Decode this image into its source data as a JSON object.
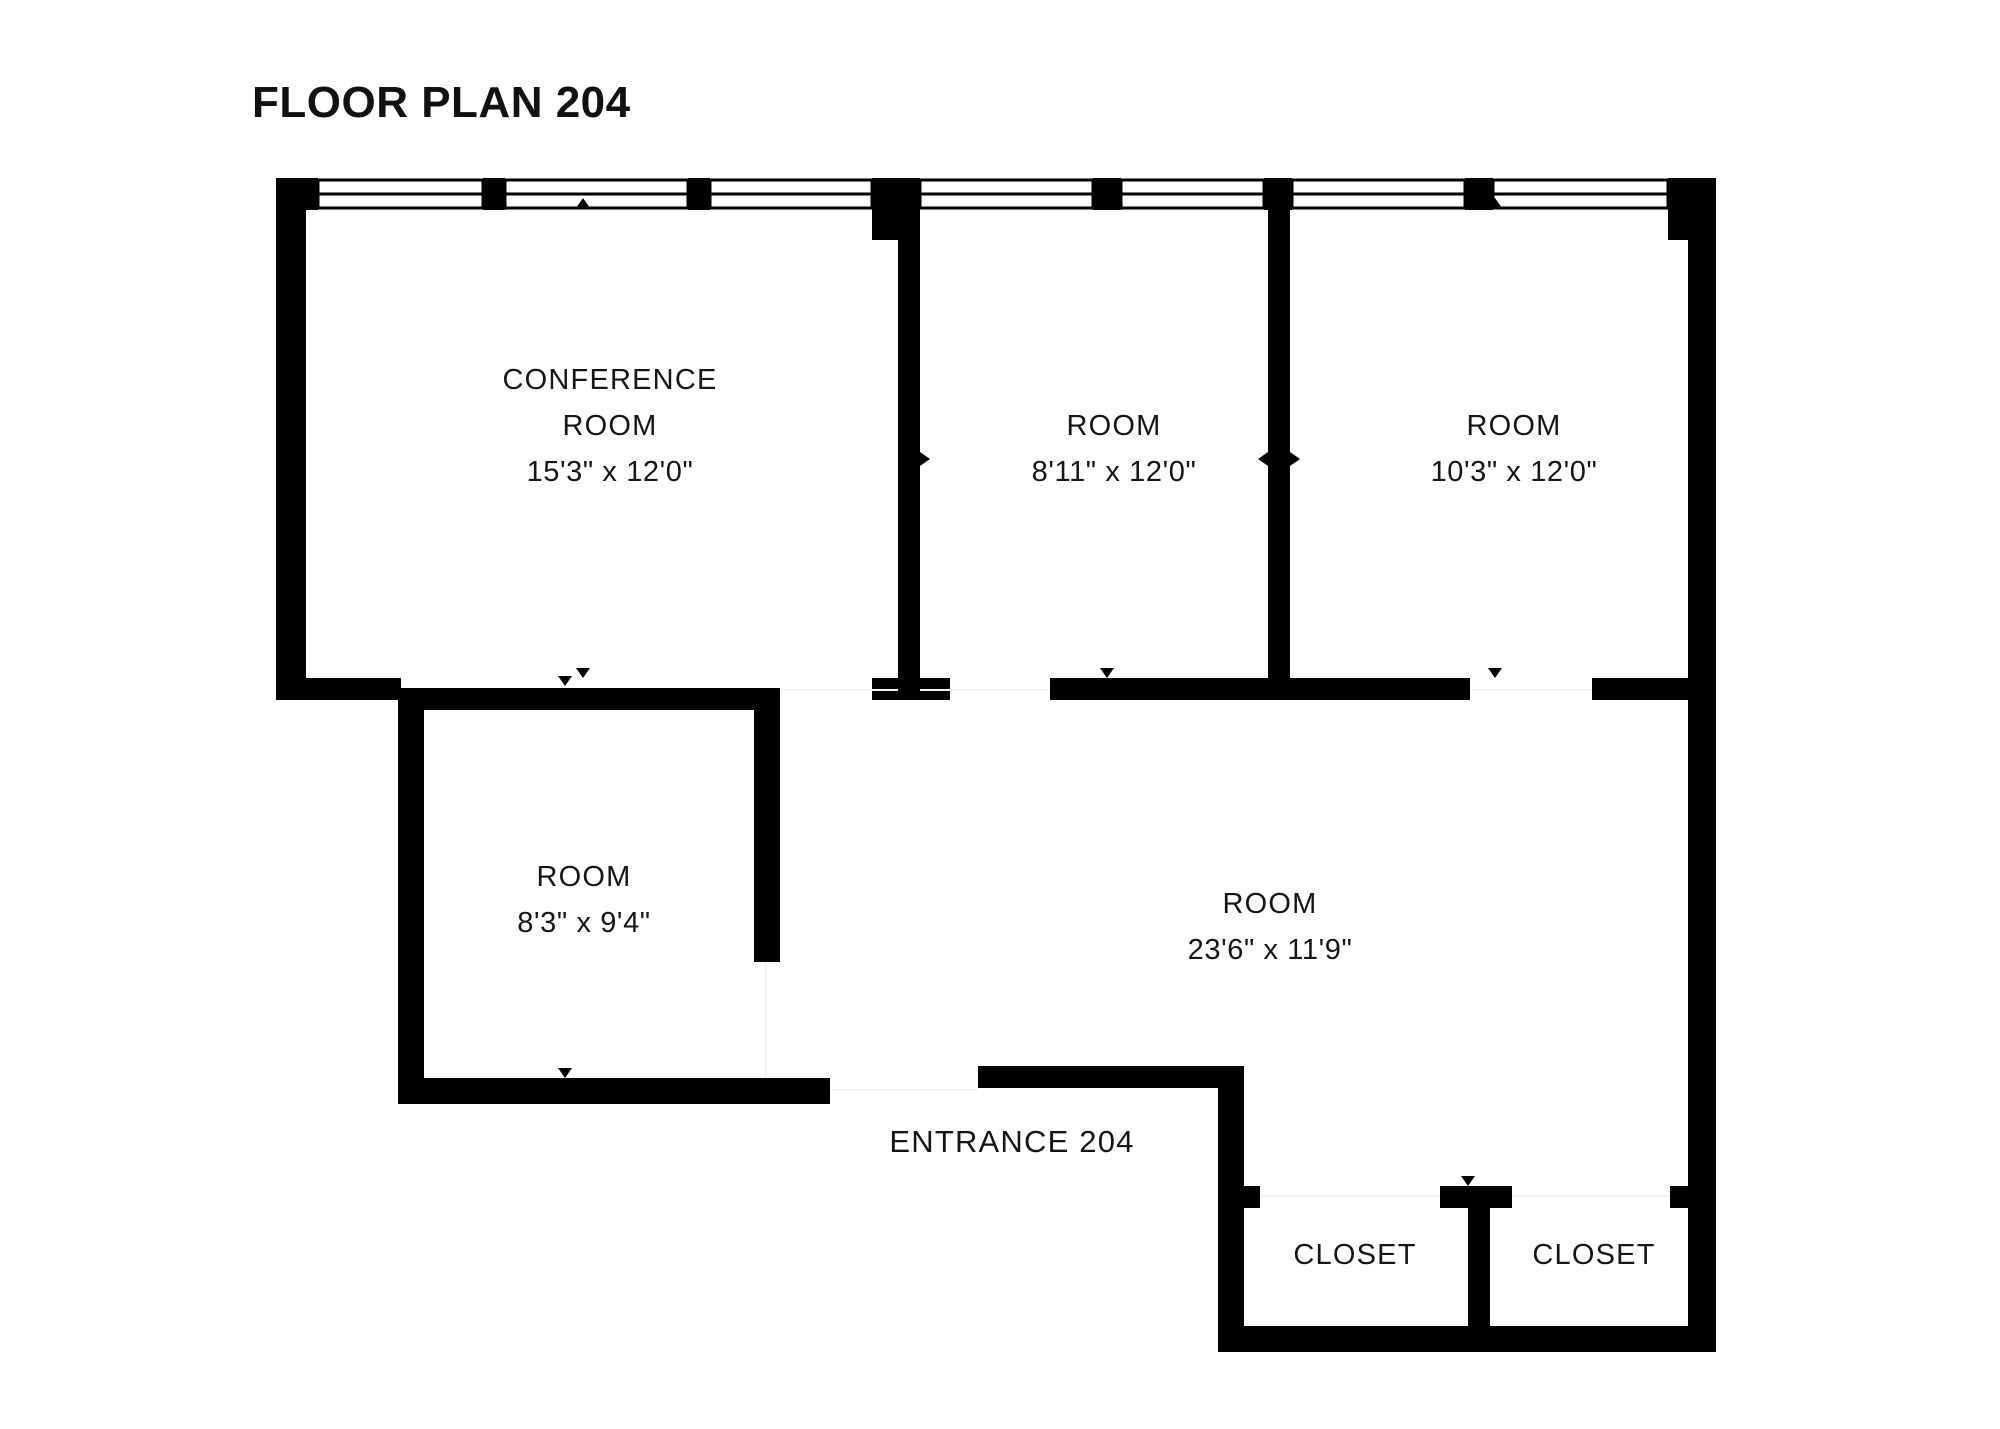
{
  "page": {
    "title": "FLOOR PLAN 204",
    "background_color": "#ffffff",
    "ink_color": "#000000"
  },
  "rooms": [
    {
      "id": "conference-room",
      "name": "CONFERENCE",
      "name_line2": "ROOM",
      "dimensions": "15'3\" x 12'0\"",
      "width_ft": "15'3\"",
      "depth_ft": "12'0\""
    },
    {
      "id": "room-middle-top",
      "name": "ROOM",
      "dimensions": "8'11\" x 12'0\"",
      "width_ft": "8'11\"",
      "depth_ft": "12'0\""
    },
    {
      "id": "room-right-top",
      "name": "ROOM",
      "dimensions": "10'3\" x 12'0\"",
      "width_ft": "10'3\"",
      "depth_ft": "12'0\""
    },
    {
      "id": "room-lower-left",
      "name": "ROOM",
      "dimensions": "8'3\" x 9'4\"",
      "width_ft": "8'3\"",
      "depth_ft": "9'4\""
    },
    {
      "id": "room-main-lower",
      "name": "ROOM",
      "dimensions": "23'6\" x 11'9\"",
      "width_ft": "23'6\"",
      "depth_ft": "11'9\""
    }
  ],
  "closets": [
    {
      "id": "closet-left",
      "label": "CLOSET"
    },
    {
      "id": "closet-right",
      "label": "CLOSET"
    }
  ],
  "entrance": {
    "label": "ENTRANCE 204"
  },
  "legend_icons": {
    "dimension_marker": "triangle-marker-icon",
    "window": "window-icon",
    "wall": "wall-icon",
    "door_opening": "door-opening-icon"
  }
}
